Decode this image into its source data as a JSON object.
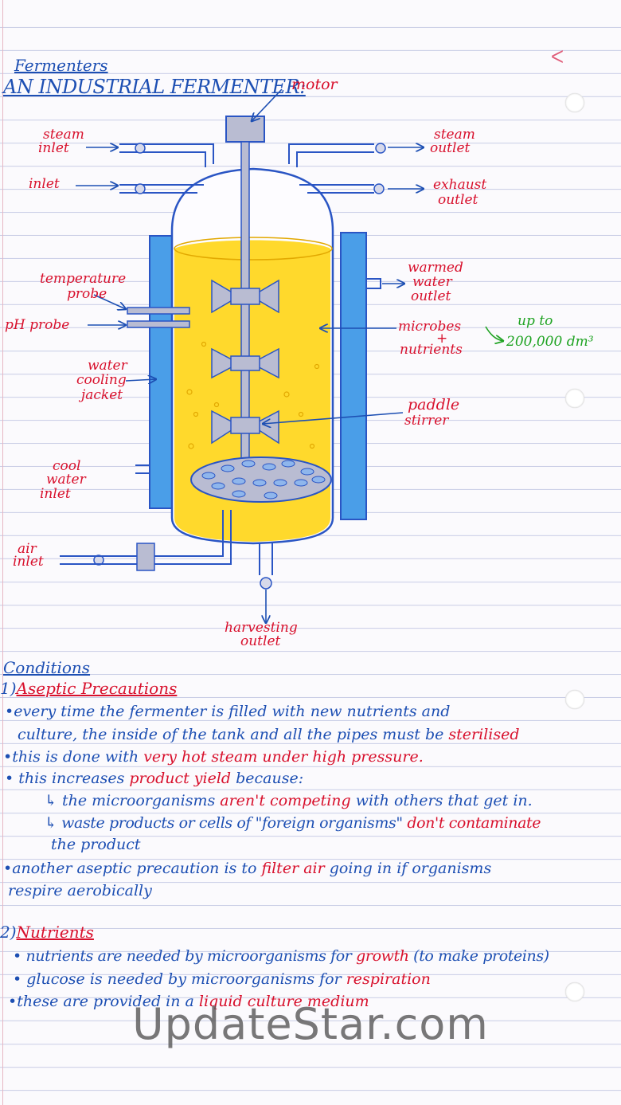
{
  "header": {
    "topic": "Fermenters",
    "title": "AN INDUSTRIAL FERMENTER:"
  },
  "diagram": {
    "labels": {
      "motor": "motor",
      "steam_inlet_1": "steam",
      "steam_inlet_2": "inlet",
      "steam_outlet_1": "steam",
      "steam_outlet_2": "outlet",
      "inlet": "inlet",
      "exhaust_outlet_1": "exhaust",
      "exhaust_outlet_2": "outlet",
      "temp_probe_1": "temperature",
      "temp_probe_2": "probe",
      "ph_probe": "pH probe",
      "warmed_1": "warmed",
      "warmed_2": "water",
      "warmed_3": "outlet",
      "microbes_1": "microbes",
      "microbes_2": "+",
      "microbes_3": "nutrients",
      "volume_1": "up to",
      "volume_2": "200,000 dm³",
      "cooling_1": "water",
      "cooling_2": "cooling",
      "cooling_3": "jacket",
      "paddle_1": "paddle",
      "paddle_2": "stirrer",
      "cool_inlet_1": "cool",
      "cool_inlet_2": "water",
      "cool_inlet_3": "inlet",
      "air_1": "air",
      "air_2": "inlet",
      "harvest_1": "harvesting",
      "harvest_2": "outlet"
    },
    "colors": {
      "culture": "#ffd61a",
      "jacket": "#4a9ee8",
      "shaft": "#b9bcd2",
      "outline": "#2a55c4",
      "label_red": "#d8102c",
      "label_blue": "#1d4fb3",
      "label_green": "#1fa322"
    }
  },
  "notes": {
    "conditions_heading": "Conditions",
    "s1_num": "1)",
    "s1_title": "Aseptic Precautions",
    "l1a": "•every time the fermenter is filled with new nutrients and",
    "l1b_a": "culture, the inside of the tank and all the pipes must be ",
    "l1b_b": "sterilised",
    "l2_a": "•this is done with ",
    "l2_b": "very hot steam under high pressure.",
    "l3_a": "• this increases ",
    "l3_b": "product yield",
    "l3_c": " because:",
    "l4_a": "↳ the microorganisms ",
    "l4_b": "aren't competing",
    "l4_c": " with others that get in.",
    "l5_a": "↳ waste products or cells of \"foreign organisms\" ",
    "l5_b": "don't contaminate",
    "l5c": "the product",
    "l6_a": "•another aseptic precaution is to ",
    "l6_b": "filter air",
    "l6_c": " going in if organisms",
    "l6d": "respire aerobically",
    "s2_num": "2)",
    "s2_title": "Nutrients",
    "n1_a": "• nutrients are needed by microorganisms for ",
    "n1_b": "growth",
    "n1_c": " (to make proteins)",
    "n2_a": "• glucose is needed by microorganisms for ",
    "n2_b": "respiration",
    "n3_a": "•these are provided in a ",
    "n3_b": "liquid culture medium"
  },
  "watermark": "UpdateStar.com"
}
